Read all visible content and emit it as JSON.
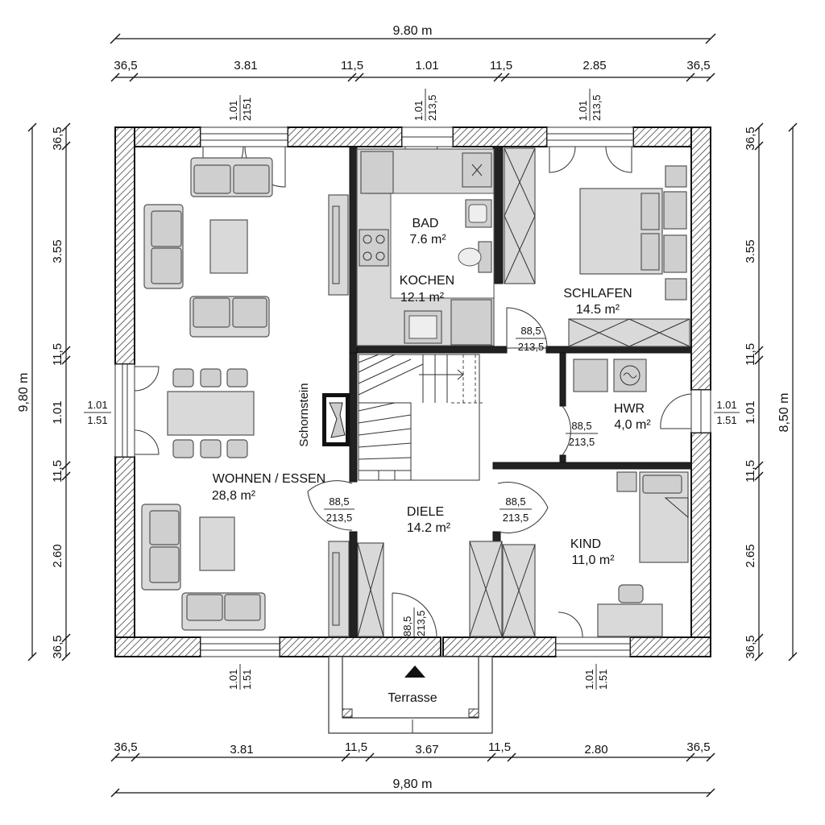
{
  "dims": {
    "top_total": "9.80 m",
    "top_segments": [
      "36,5",
      "3.81",
      "11,5",
      "1.01",
      "11,5",
      "2.85",
      "36,5"
    ],
    "bottom_segments": [
      "36,5",
      "3.81",
      "11,5",
      "3.67",
      "11,5",
      "2.80",
      "36,5"
    ],
    "bottom_total": "9,80 m",
    "left_total": "9,80 m",
    "left_segments": [
      "36,5",
      "3.55",
      "11,5",
      "1.01",
      "11,5",
      "2.60",
      "36,5"
    ],
    "right_total": "8,50 m",
    "right_segments": [
      "36,5",
      "3.55",
      "11,5",
      "1.01",
      "11,5",
      "2.65",
      "36,5"
    ]
  },
  "openings": {
    "win_top_left": [
      "1.01",
      "2151"
    ],
    "win_top_mid": [
      "1.01",
      "213,5"
    ],
    "win_top_right": [
      "1.01",
      "213,5"
    ],
    "win_left": [
      "1.01",
      "1.51"
    ],
    "win_right": [
      "1.01",
      "1.51"
    ],
    "win_bottom_left": [
      "1.01",
      "1.51"
    ],
    "win_bottom_right": [
      "1.01",
      "1.51"
    ],
    "door_bottom": [
      "88,5",
      "213,5"
    ],
    "door_schlafen": [
      "88,5",
      "213,5"
    ],
    "door_hwr": [
      "88,5",
      "213,5"
    ],
    "door_wohnen": [
      "88,5",
      "213,5"
    ],
    "door_kind": [
      "88,5",
      "213,5"
    ]
  },
  "rooms": {
    "bad": {
      "name": "BAD",
      "area": "7.6 m²"
    },
    "kochen": {
      "name": "KOCHEN",
      "area": "12.1 m²"
    },
    "schlafen": {
      "name": "SCHLAFEN",
      "area": "14.5 m²"
    },
    "hwr": {
      "name": "HWR",
      "area": "4,0 m²"
    },
    "wohnen": {
      "name": "WOHNEN / ESSEN",
      "area": "28,8 m²"
    },
    "diele": {
      "name": "DIELE",
      "area": "14.2 m²"
    },
    "kind": {
      "name": "KIND",
      "area": "11,0 m²"
    },
    "terrasse": {
      "name": "Terrasse"
    },
    "schornstein": {
      "name": "Schornstein"
    }
  }
}
